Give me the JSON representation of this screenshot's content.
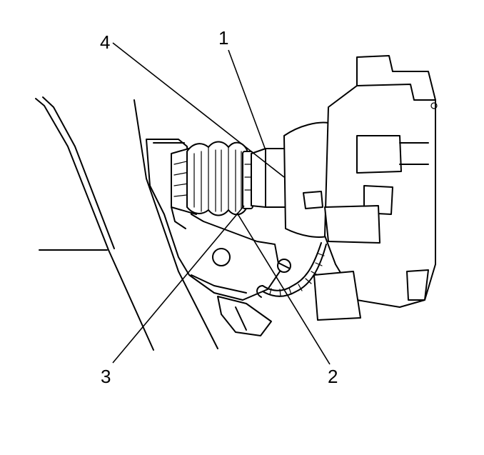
{
  "diagram": {
    "callouts": [
      {
        "id": "callout-1",
        "label": "1"
      },
      {
        "id": "callout-2",
        "label": "2"
      },
      {
        "id": "callout-3",
        "label": "3"
      },
      {
        "id": "callout-4",
        "label": "4"
      }
    ]
  }
}
